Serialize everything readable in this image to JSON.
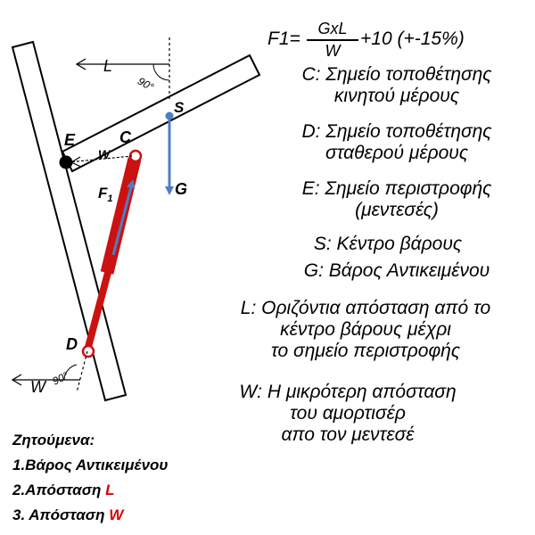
{
  "colors": {
    "shock_absorber": "#cc1111",
    "force_arrow": "#4d7ec2",
    "weight_arrow": "#4d7ec2",
    "red_text": "#e00000"
  },
  "formula": {
    "lhs": "F1=",
    "numerator": "GxL",
    "denominator": "W",
    "rhs": "+10 (+-15%)"
  },
  "diagram_labels": {
    "L": "L",
    "angle_top": "90°",
    "S": "S",
    "E": "E",
    "W_small": "W",
    "C": "C",
    "G": "G",
    "F1": "F",
    "F1_sub": "1",
    "D": "D",
    "W_bottom": "W",
    "angle_bottom": "90°"
  },
  "legend": [
    {
      "line1": "C: Σημείο τοποθέτησης",
      "line2": "κινητού μέρους"
    },
    {
      "line1": "D: Σημείο τοποθέτησης",
      "line2": "σταθερού μέρους"
    },
    {
      "line1": "E: Σημείο περιστροφής",
      "line2": "(μεντεσές)"
    },
    {
      "line1": "S: Κέντρο βάρους"
    },
    {
      "line1": "G: Βάρος Αντικειμένου"
    },
    {
      "line1": "L: Οριζόντια απόσταση από το",
      "line2": "κέντρο βάρους μέχρι",
      "line3": "το σημείο περιστροφής"
    },
    {
      "line1": "W: Η μικρότερη απόσταση",
      "line2": "του  αμορτισέρ",
      "line3": "απο τον μεντεσέ"
    }
  ],
  "tasks": {
    "title": "Ζητούμενα:",
    "item1": "1.Βάρος Αντικειμένου",
    "item2_prefix": "2.Απόσταση ",
    "item2_var": "L",
    "item3_prefix": "3. Απόσταση ",
    "item3_var": "W"
  }
}
